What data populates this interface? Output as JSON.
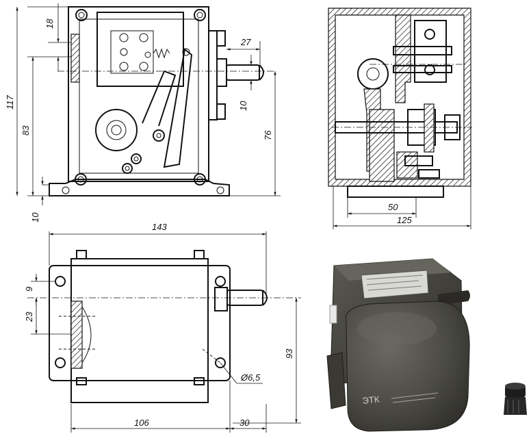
{
  "views": {
    "front": {
      "dims": {
        "d18": "18",
        "d117": "117",
        "d83": "83",
        "d10_base": "10",
        "d27": "27",
        "d10_shaft": "10",
        "d76": "76"
      }
    },
    "section": {
      "dims": {
        "d50": "50",
        "d125": "125"
      }
    },
    "top": {
      "dims": {
        "d143": "143",
        "d9": "9",
        "d23": "23",
        "d93": "93",
        "d_hole": "Ø6,5",
        "d106": "106",
        "d30": "30"
      }
    }
  },
  "photo": {
    "brand": "ЭТК",
    "colors": {
      "body": "#4d4c45",
      "shadow": "#2b2a26",
      "highlight": "#6f6e66",
      "plate": "#d9d9d4"
    }
  }
}
